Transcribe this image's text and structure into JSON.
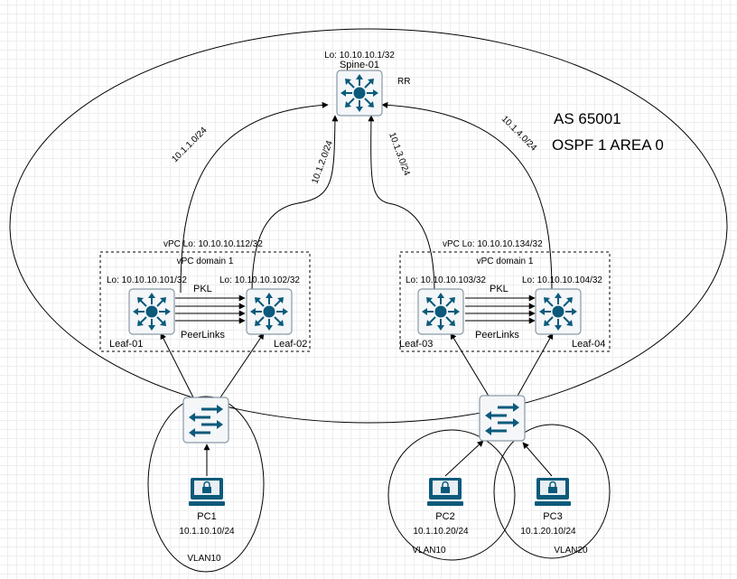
{
  "spine": {
    "name": "Spine-01",
    "loopback": "Lo: 10.10.10.1/32",
    "role": "RR"
  },
  "as_label": "AS 65001",
  "ospf_label": "OSPF 1 AREA 0",
  "links": [
    "10.1.1.0/24",
    "10.1.2.0/24",
    "10.1.3.0/24",
    "10.1.4.0/24"
  ],
  "domains": [
    {
      "vpc_lo": "vPC Lo: 10.10.10.112/32",
      "title": "vPC domain 1",
      "pkl": "PKL",
      "peerlinks": "PeerLinks"
    },
    {
      "vpc_lo": "vPC Lo: 10.10.10.134/32",
      "title": "vPC domain 1",
      "pkl": "PKL",
      "peerlinks": "PeerLinks"
    }
  ],
  "leaves": [
    {
      "name": "Leaf-01",
      "loopback": "Lo: 10.10.10.101/32"
    },
    {
      "name": "Leaf-02",
      "loopback": "Lo: 10.10.10.102/32"
    },
    {
      "name": "Leaf-03",
      "loopback": "Lo: 10.10.10.103/32"
    },
    {
      "name": "Leaf-04",
      "loopback": "Lo: 10.10.10.104/32"
    }
  ],
  "pcs": [
    {
      "name": "PC1",
      "ip": "10.1.10.10/24",
      "vlan": "VLAN10"
    },
    {
      "name": "PC2",
      "ip": "10.1.10.20/24",
      "vlan": "VLAN10"
    },
    {
      "name": "PC3",
      "ip": "10.1.20.10/24",
      "vlan": "VLAN20"
    }
  ],
  "colors": {
    "device": "#0b5a7b",
    "device_border": "#8a9aa6",
    "device_fill": "#f4f6f8",
    "line": "#000000"
  }
}
